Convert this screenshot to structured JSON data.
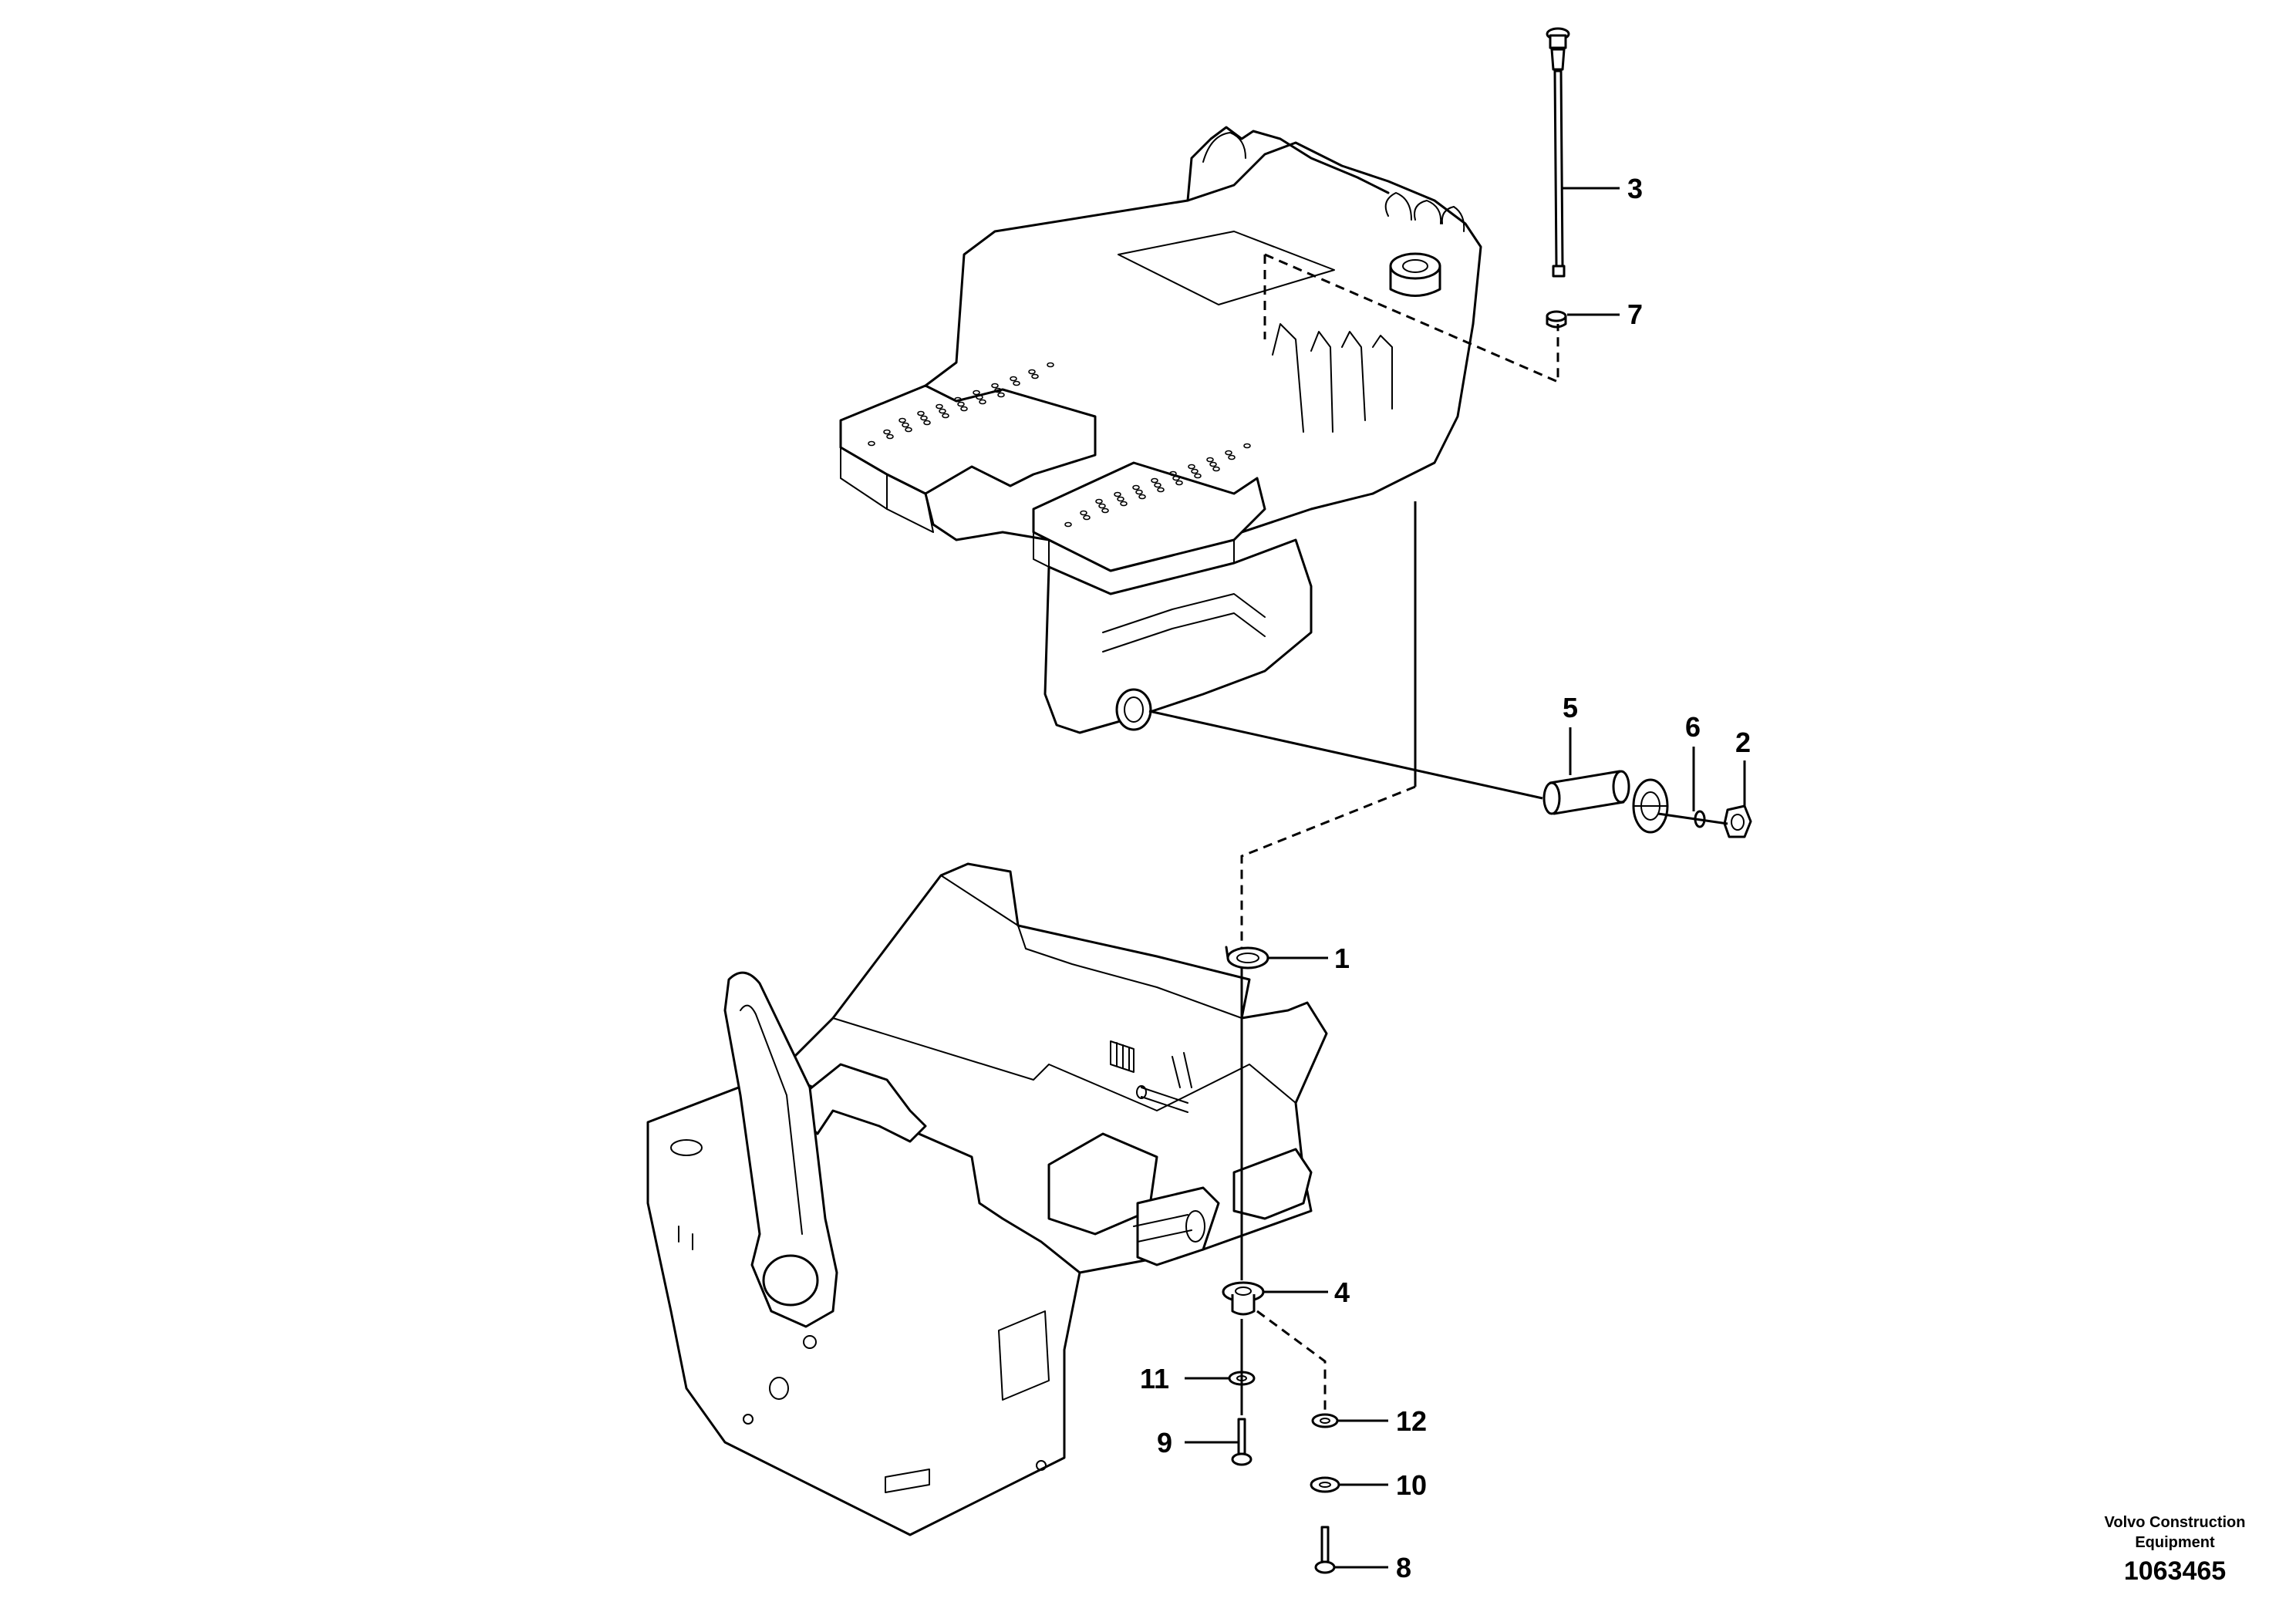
{
  "diagram": {
    "parts": [
      {
        "number": "1"
      },
      {
        "number": "2"
      },
      {
        "number": "3"
      },
      {
        "number": "4"
      },
      {
        "number": "5"
      },
      {
        "number": "6"
      },
      {
        "number": "7"
      },
      {
        "number": "8"
      },
      {
        "number": "9"
      },
      {
        "number": "10"
      },
      {
        "number": "11"
      },
      {
        "number": "12"
      }
    ],
    "footer": {
      "company_line1": "Volvo Construction",
      "company_line2": "Equipment",
      "document_number": "1063465"
    }
  }
}
